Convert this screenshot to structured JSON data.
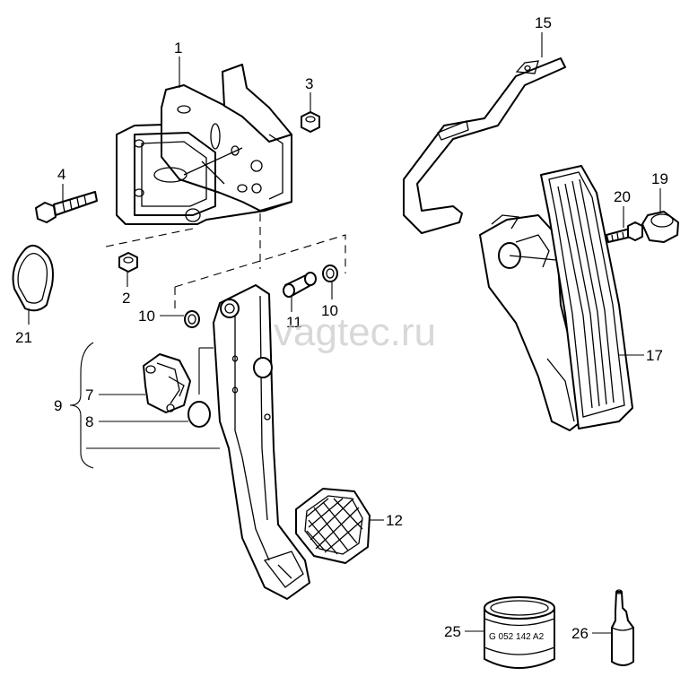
{
  "watermark": "vagtec.ru",
  "labels": {
    "l1": "1",
    "l2": "2",
    "l3": "3",
    "l4": "4",
    "l7": "7",
    "l8": "8",
    "l9": "9",
    "l10a": "10",
    "l10b": "10",
    "l11": "11",
    "l12": "12",
    "l15": "15",
    "l17": "17",
    "l19": "19",
    "l20": "20",
    "l21": "21",
    "l25": "25",
    "l26": "26"
  },
  "can_label": "G 052 142 A2"
}
